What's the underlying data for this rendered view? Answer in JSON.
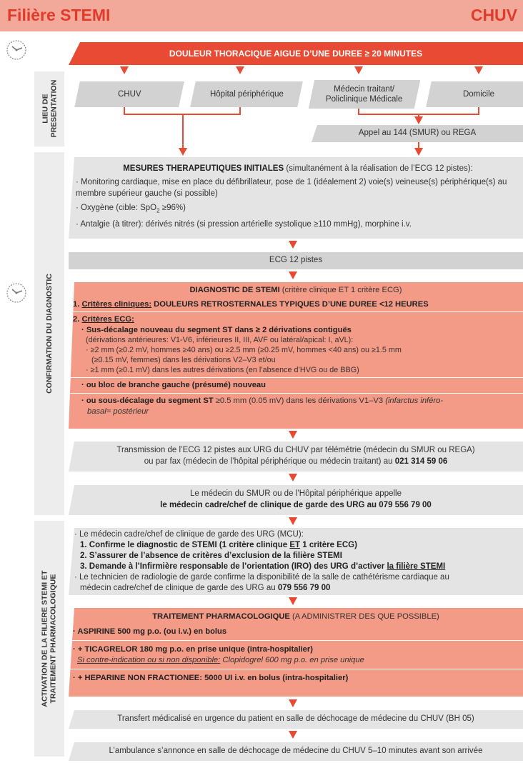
{
  "header": {
    "title": "Filière STEMI",
    "brand": "CHUV"
  },
  "colors": {
    "accent_red": "#e84a33",
    "header_bg": "#f3a99a",
    "orange_box": "#f39b86",
    "gray_box": "#d2d2d2",
    "section_bg": "#ededed"
  },
  "sections": {
    "lieu": "LIEU DE PRESENTATION",
    "confirmation": "CONFIRMATION DU DIAGNOSTIC",
    "activation_line1": "ACTIVATION DE LA FILIERE STEMI ET",
    "activation_line2": "TRAITEMENT PHARMACOLOGIQUE"
  },
  "top_bar": {
    "text": "DOULEUR THORACIQUE AIGUE D’UNE DUREE ≥ 20 MINUTES"
  },
  "places": {
    "chuv": "CHUV",
    "hopital": "Hôpital périphérique",
    "medecin_line1": "Médecin traitant/",
    "medecin_line2": "Policlinique Médicale",
    "domicile": "Domicile"
  },
  "appel": "Appel au 144 (SMUR) ou REGA",
  "mesures": {
    "title": "MESURES THERAPEUTIQUES INITIALES",
    "title_note": " (simultanément à la réalisation de l’ECG 12 pistes):",
    "item1": "· Monitoring cardiaque, mise en place du défibrillateur, pose de 1 (idéalement 2) voie(s) veineuse(s) périphérique(s) au membre supérieur gauche (si possible)",
    "item2_a": "· Oxygène (cible: SpO",
    "item2_sub": "2",
    "item2_b": " ≥96%)",
    "item3": "·  Antalgie (à titrer): dérivés nitrés (si pression artérielle systolique ≥110 mmHg), morphine i.v."
  },
  "ecg": "ECG 12 pistes",
  "diagnostic": {
    "title": "DIAGNOSTIC DE STEMI",
    "title_note": " (critère clinique ET 1 critère ECG)",
    "c1_num": "1. ",
    "c1_label": "Critères cliniques:",
    "c1_text": " DOULEURS RETROSTERNALES TYPIQUES D’UNE DUREE <12 HEURES",
    "c2_num": "2. ",
    "c2_label": "Critères ECG:",
    "c2_a": "· Sus-décalage nouveau du segment ST dans ≥ 2 dérivations contiguës",
    "c2_a1": "(dérivations antérieures: V1-V6, inférieures II, III, AVF ou latéral/apical: I, aVL):",
    "c2_a2": "· ≥2 mm (≥0.2 mV, hommes ≥40 ans) ou ≥2.5 mm (≥0.25 mV, hommes <40 ans) ou ≥1.5 mm",
    "c2_a2b": "(≥0.15 mV, femmes) dans les dérivations V2–V3 et/ou",
    "c2_a3": "· ≥1 mm (≥0.1 mV) dans les autres dérivations (en l’absence d’HVG ou de BBG)",
    "c2_b": "· ou bloc de branche gauche (présumé) nouveau",
    "c2_c_bold": "· ou sous-décalage du segment ST",
    "c2_c_text": " ≥0.5 mm (0.05 mV) dans les dérivations V1–V3 ",
    "c2_c_italic": "(infarctus inféro-",
    "c2_c_italic2": "basal= postérieur"
  },
  "transmission": {
    "line1": "Transmission de l’ECG 12 pistes aux URG du CHUV par télémétrie (médecin du SMUR ou REGA)",
    "line2": "ou par fax (médecin de l’hôpital périphérique ou médecin traitant) au ",
    "phone": "021 314 59 06"
  },
  "appelle": {
    "line1": "Le médecin du SMUR ou de l’Hôpital périphérique appelle",
    "line2": "le médecin cadre/chef de clinique de garde des URG au 079 556 79 00"
  },
  "mcu": {
    "intro": "· Le médecin cadre/chef de clinique de garde des URG (MCU):",
    "s1": "1. Confirme le diagnostic de STEMI (1 critère clinique ",
    "s1_u": "ET",
    "s1_end": " 1 critère ECG)",
    "s2": "2. S’assurer de l’absence de critères d’exclusion de la filière STEMI",
    "s3": "3. Demande à l’Infirmière responsable de l’orientation (IRO) des URG d’activer ",
    "s3_u": "la filière STEMI",
    "tech1": "· Le technicien de radiologie de garde confirme la disponibilité de la salle de cathétérisme cardiaque au",
    "tech2": "médecin cadre/chef de clinique de garde des URG au ",
    "tech_phone": "079 556 79 00"
  },
  "traitement": {
    "title": "TRAITEMENT PHARMACOLOGIQUE",
    "title_note": " (A ADMINISTRER DES QUE POSSIBLE)",
    "aspirine": "· ASPIRINE 500 mg p.o. (ou i.v.) en bolus",
    "ticag": "· + TICAGRELOR 180 mg p.o. en prise unique (intra-hospitalier)",
    "ticag_alt_u": "Si contre-indication ou si non disponible:",
    "ticag_alt": " Clopidogrel 600 mg p.o. en prise unique",
    "heparine": "· + HEPARINE NON FRACTIONEE: 5000 UI i.v. en bolus (intra-hospitalier)"
  },
  "transfert": "Transfert médicalisé en urgence du patient en salle de déchocage de médecine du CHUV (BH 05)",
  "ambulance": "L’ambulance s’annonce en salle de déchocage de médecine du CHUV 5–10 minutes avant son arrivée",
  "icons": {
    "clock": "clock-icon"
  }
}
